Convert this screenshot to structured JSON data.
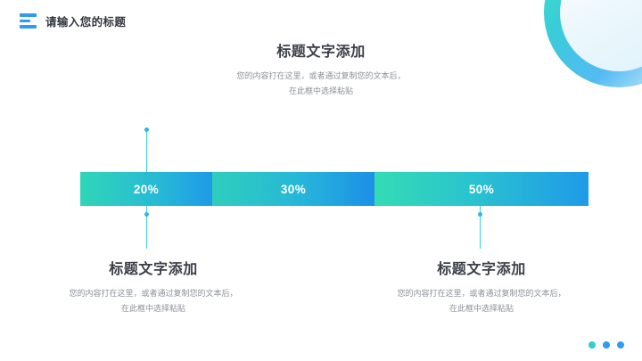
{
  "header": {
    "title": "请输入您的标题",
    "menu_icon": "hamburger-menu-icon"
  },
  "blocks": [
    {
      "id": "top",
      "title": "标题文字添加",
      "desc_line1": "您的内容打在这里，或者通过复制您的文本后，",
      "desc_line2": "在此框中选择粘贴"
    },
    {
      "id": "bottom-left",
      "title": "标题文字添加",
      "desc_line1": "您的内容打在这里，或者通过复制您的文本后，",
      "desc_line2": "在此框中选择粘贴"
    },
    {
      "id": "bottom-right",
      "title": "标题文字添加",
      "desc_line1": "您的内容打在这里，或者通过复制您的文本后，",
      "desc_line2": "在此框中选择粘贴"
    }
  ],
  "chart_data": {
    "type": "bar",
    "orientation": "horizontal-stacked",
    "categories": [
      "标题文字添加",
      "标题文字添加",
      "标题文字添加"
    ],
    "values": [
      20,
      30,
      50
    ],
    "labels": [
      "20%",
      "30%",
      "50%"
    ],
    "title": "",
    "xlabel": "",
    "ylabel": "",
    "total": 100,
    "grid": false,
    "legend": "none",
    "colors": [
      "#2fd6b8",
      "#26b6d9",
      "#1f9ae8"
    ]
  },
  "pager": {
    "dots": [
      "teal",
      "blue",
      "blue"
    ]
  },
  "theme": {
    "accent_blue": "#2f9bf2",
    "accent_teal": "#2fd0c8",
    "title_color": "#3c4049",
    "body_color": "#8b9199"
  }
}
